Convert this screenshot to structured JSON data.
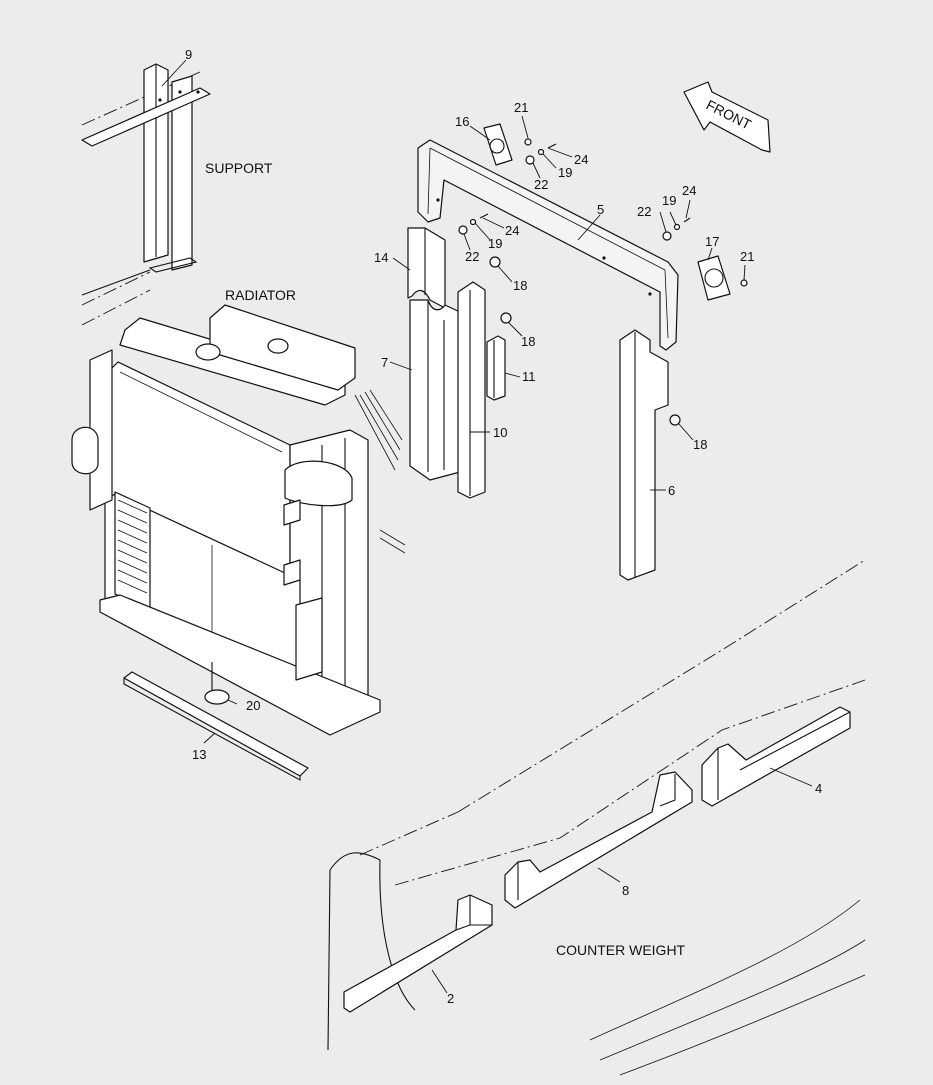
{
  "diagram": {
    "captions": {
      "support": "SUPPORT",
      "radiator": "RADIATOR",
      "counter_weight": "COUNTER WEIGHT",
      "front": "FRONT"
    },
    "part_numbers": {
      "p2": "2",
      "p4": "4",
      "p5": "5",
      "p6": "6",
      "p7": "7",
      "p8": "8",
      "p9": "9",
      "p10": "10",
      "p11": "11",
      "p13": "13",
      "p14": "14",
      "p16": "16",
      "p17": "17",
      "p18a": "18",
      "p18b": "18",
      "p18c": "18",
      "p19a": "19",
      "p19b": "19",
      "p19c": "19",
      "p20": "20",
      "p21a": "21",
      "p21b": "21",
      "p22a": "22",
      "p22b": "22",
      "p22c": "22",
      "p24a": "24",
      "p24b": "24",
      "p24c": "24"
    }
  }
}
